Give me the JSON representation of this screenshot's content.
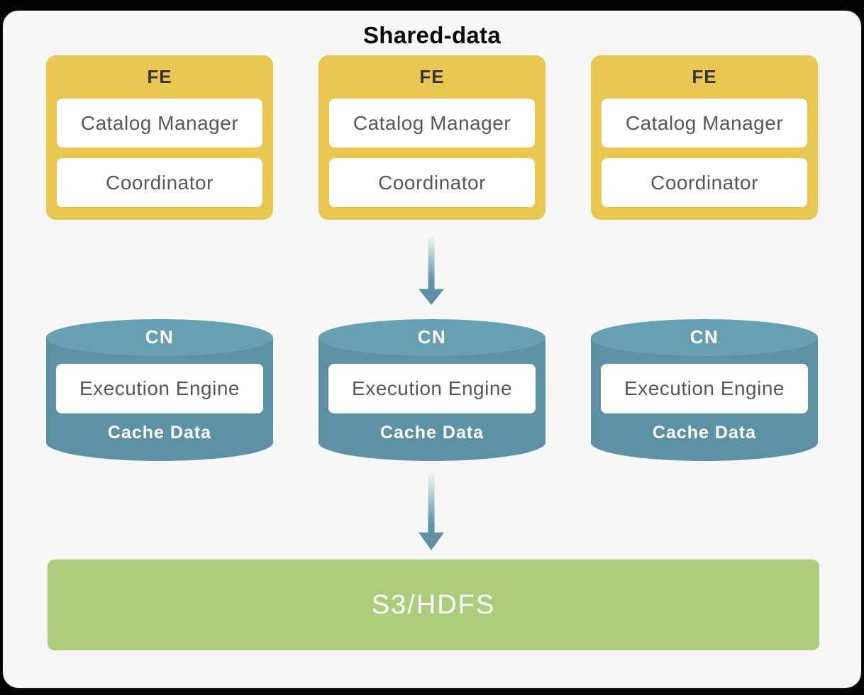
{
  "diagram": {
    "title": "Shared-data",
    "fe_nodes": [
      {
        "label": "FE",
        "components": [
          "Catalog Manager",
          "Coordinator"
        ]
      },
      {
        "label": "FE",
        "components": [
          "Catalog Manager",
          "Coordinator"
        ]
      },
      {
        "label": "FE",
        "components": [
          "Catalog Manager",
          "Coordinator"
        ]
      }
    ],
    "cn_nodes": [
      {
        "label": "CN",
        "engine": "Execution Engine",
        "cache_label": "Cache Data"
      },
      {
        "label": "CN",
        "engine": "Execution Engine",
        "cache_label": "Cache Data"
      },
      {
        "label": "CN",
        "engine": "Execution Engine",
        "cache_label": "Cache Data"
      }
    ],
    "storage": {
      "label": "S3/HDFS"
    },
    "colors": {
      "background": "#000000",
      "card_bg": "#F7F7F7",
      "fe_fill": "#E9C64F",
      "cn_body_fill": "#5D91A4",
      "cn_top_fill": "#67A0B2",
      "storage_fill": "#AECD7C",
      "arrow": "#5D91A4",
      "inner_box_fill": "#FFFFFF",
      "inner_text": "#575757",
      "fe_label_text": "#333333",
      "white_text": "#FFFFFF"
    }
  }
}
